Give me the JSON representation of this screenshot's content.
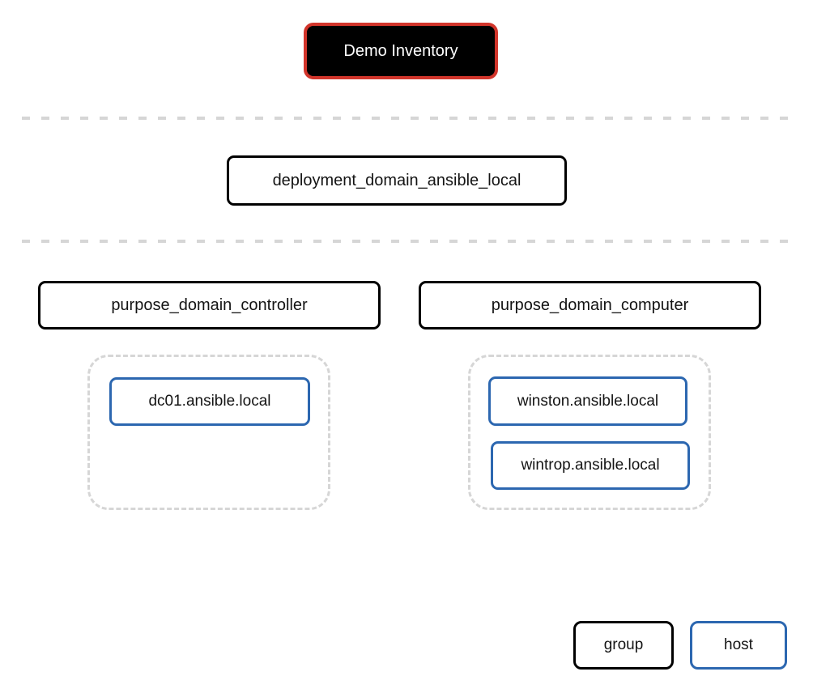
{
  "diagram": {
    "inventory": {
      "label": "Demo Inventory"
    },
    "deployment_group": {
      "label": "deployment_domain_ansible_local"
    },
    "purpose_groups": [
      {
        "label": "purpose_domain_controller",
        "hosts": [
          "dc01.ansible.local"
        ]
      },
      {
        "label": "purpose_domain_computer",
        "hosts": [
          "winston.ansible.local",
          "wintrop.ansible.local"
        ]
      }
    ],
    "legend": {
      "group_label": "group",
      "host_label": "host"
    },
    "colors": {
      "inventory_fill": "#000000",
      "inventory_border": "#d2352b",
      "group_border": "#000000",
      "host_border": "#2c67b0",
      "dashed_gray": "#d6d6d6"
    }
  }
}
